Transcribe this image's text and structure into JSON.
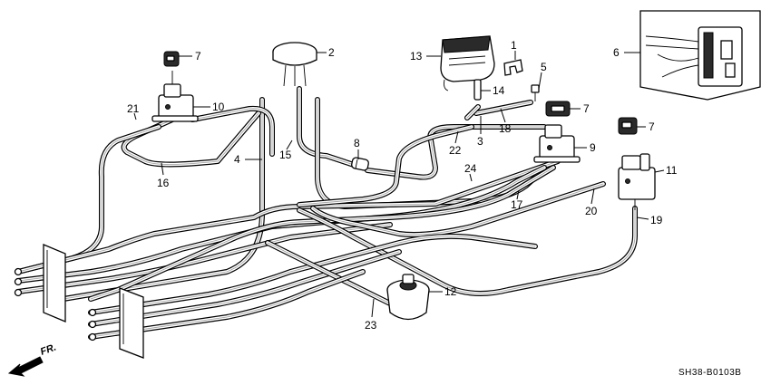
{
  "diagram": {
    "drawing_code": "SH38-B0103B",
    "direction_label": "FR.",
    "callouts": [
      {
        "id": "c1",
        "label": "1"
      },
      {
        "id": "c2",
        "label": "2"
      },
      {
        "id": "c3",
        "label": "3"
      },
      {
        "id": "c4",
        "label": "4"
      },
      {
        "id": "c5",
        "label": "5"
      },
      {
        "id": "c6",
        "label": "6"
      },
      {
        "id": "c7a",
        "label": "7"
      },
      {
        "id": "c7b",
        "label": "7"
      },
      {
        "id": "c7c",
        "label": "7"
      },
      {
        "id": "c8",
        "label": "8"
      },
      {
        "id": "c9",
        "label": "9"
      },
      {
        "id": "c10",
        "label": "10"
      },
      {
        "id": "c11",
        "label": "11"
      },
      {
        "id": "c12",
        "label": "12"
      },
      {
        "id": "c13",
        "label": "13"
      },
      {
        "id": "c14",
        "label": "14"
      },
      {
        "id": "c15",
        "label": "15"
      },
      {
        "id": "c16",
        "label": "16"
      },
      {
        "id": "c17",
        "label": "17"
      },
      {
        "id": "c18",
        "label": "18"
      },
      {
        "id": "c19",
        "label": "19"
      },
      {
        "id": "c20",
        "label": "20"
      },
      {
        "id": "c21",
        "label": "21"
      },
      {
        "id": "c22",
        "label": "22"
      },
      {
        "id": "c23",
        "label": "23"
      },
      {
        "id": "c24",
        "label": "24"
      }
    ]
  }
}
